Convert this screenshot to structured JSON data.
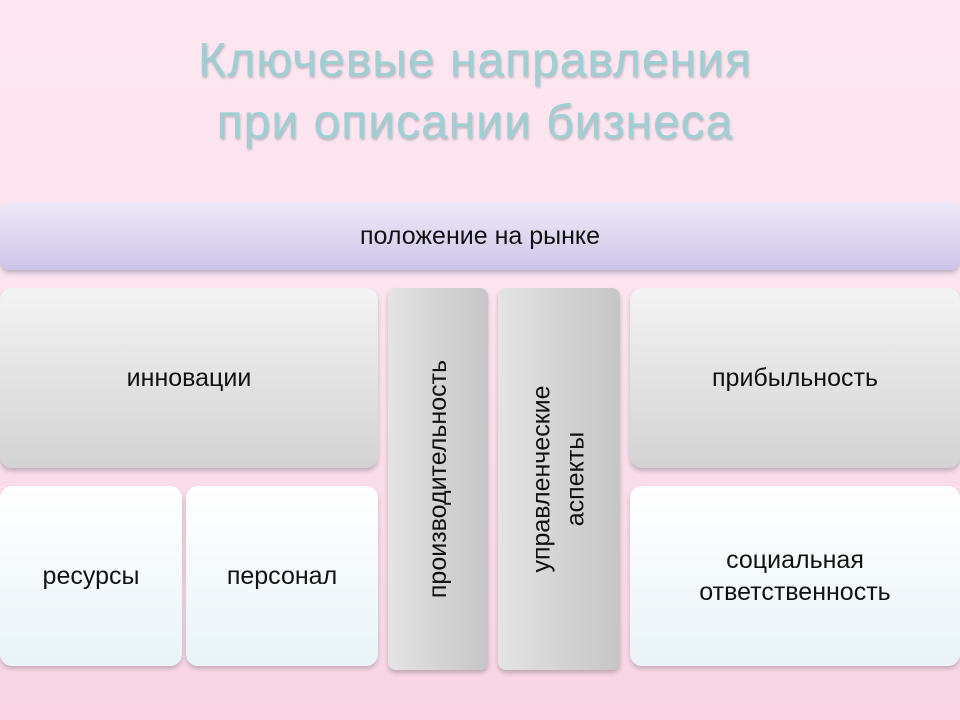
{
  "title": {
    "line1": "Ключевые направления",
    "line2": "при описании бизнеса"
  },
  "boxes": {
    "market": "положение на рынке",
    "innovations": "инновации",
    "resources": "ресурсы",
    "personnel": "персонал",
    "productivity": "производительность",
    "management_line1": "управленческие",
    "management_line2": "аспекты",
    "profitability": "прибыльность",
    "social_line1": "социальная",
    "social_line2": "ответственность"
  },
  "colors": {
    "title": "#9dcfd3",
    "market_fill": "#dcd6f0",
    "gray_fill": "#e3e3e3",
    "light_fill": "#f6fafc",
    "background": "#fbe4ef"
  }
}
